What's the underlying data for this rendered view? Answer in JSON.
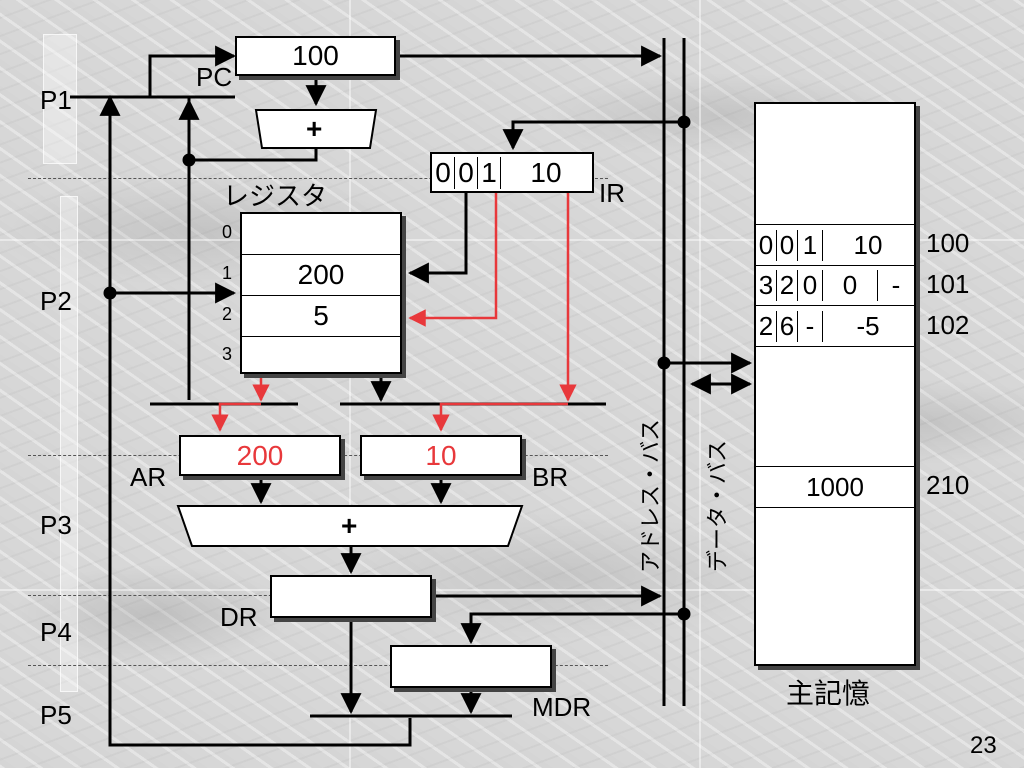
{
  "phases": [
    "P1",
    "P2",
    "P3",
    "P4",
    "P5"
  ],
  "pc": {
    "label": "PC",
    "value": "100"
  },
  "inc_adder": {
    "symbol": "+"
  },
  "ir": {
    "label": "IR",
    "cells": [
      "0",
      "0",
      "1",
      "10"
    ]
  },
  "registers": {
    "title": "レジスタ",
    "indices": [
      "0",
      "1",
      "2",
      "3"
    ],
    "values": [
      "",
      "200",
      "5",
      ""
    ]
  },
  "ar": {
    "label": "AR",
    "value": "200",
    "color": "#e8383b"
  },
  "br": {
    "label": "BR",
    "value": "10",
    "color": "#e8383b"
  },
  "alu": {
    "symbol": "+"
  },
  "dr": {
    "label": "DR",
    "value": ""
  },
  "mdr": {
    "label": "MDR",
    "value": ""
  },
  "address_bus": "アドレス・バス",
  "data_bus": "データ・バス",
  "memory": {
    "title": "主記憶",
    "rows": [
      {
        "cells": [
          "0",
          "0",
          "1",
          "10"
        ],
        "address": "100"
      },
      {
        "cells": [
          "3",
          "2",
          "0",
          "0",
          "-"
        ],
        "address": "101"
      },
      {
        "cells": [
          "2",
          "6",
          "-",
          "-5"
        ],
        "address": "102"
      },
      {
        "cells": [
          "1000"
        ],
        "address": "210"
      }
    ]
  },
  "page_number": "23",
  "colors": {
    "highlight": "#e8383b",
    "line": "#000000"
  }
}
